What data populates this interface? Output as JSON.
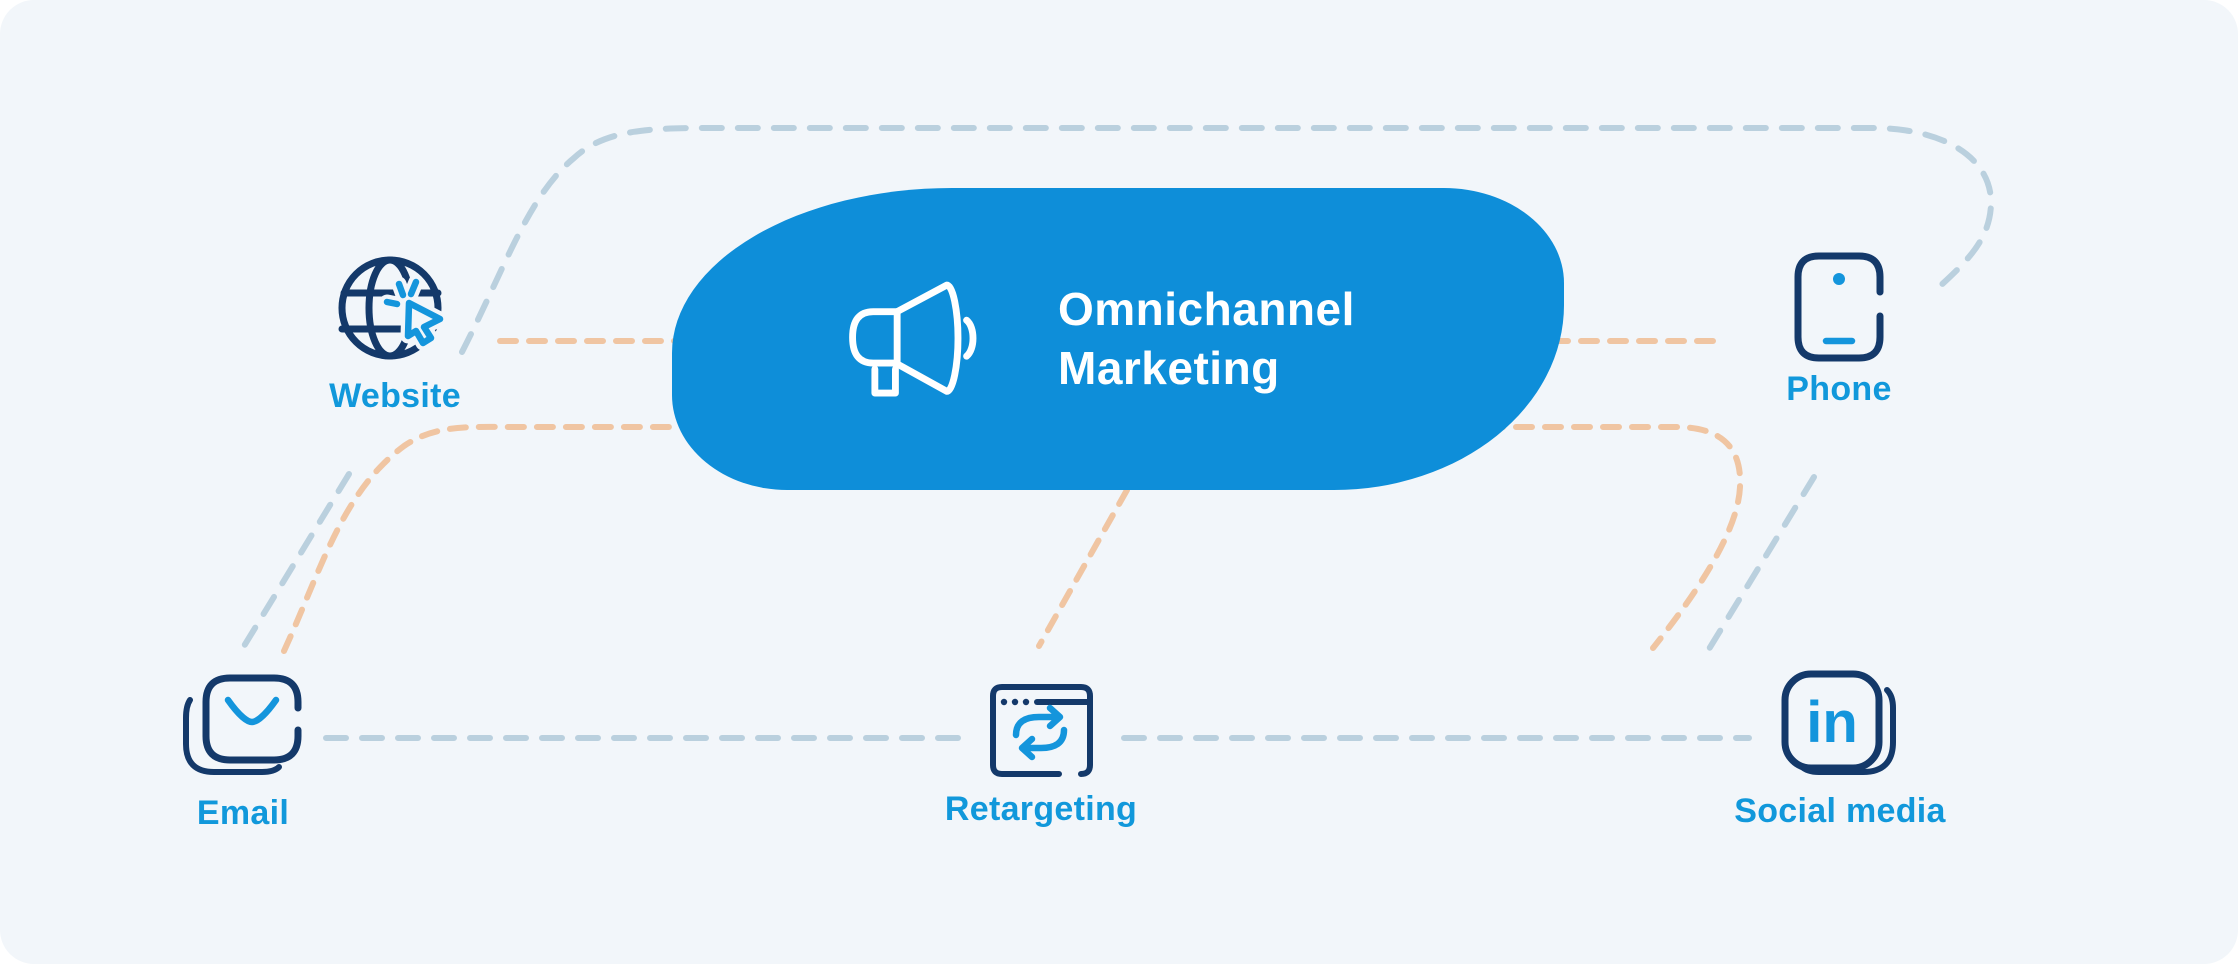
{
  "colors": {
    "page_bg": "#ffffff",
    "canvas_bg": "#f2f6fa",
    "blob_blue": "#0e8ed9",
    "title_white": "#ffffff",
    "label_blue": "#1198db",
    "icon_navy": "#14396a",
    "icon_accent": "#1495dc",
    "dash_blue": "#bad0de",
    "dash_orange": "#f0c5a2"
  },
  "center": {
    "icon": "megaphone-icon",
    "title_line1": "Omnichannel",
    "title_line2": "Marketing"
  },
  "nodes": {
    "website": {
      "label": "Website",
      "icon": "globe-cursor-icon"
    },
    "phone": {
      "label": "Phone",
      "icon": "smartphone-icon"
    },
    "email": {
      "label": "Email",
      "icon": "envelope-stack-icon"
    },
    "retargeting": {
      "label": "Retargeting",
      "icon": "browser-refresh-icon"
    },
    "social": {
      "label": "Social media",
      "icon": "linkedin-icon",
      "icon_text": "in"
    }
  },
  "connectors": {
    "style": "dashed",
    "blue_paths": [
      "website-top-arc-to-phone",
      "website-to-email-diagonal",
      "phone-to-social-diagonal",
      "email-to-retargeting-horizontal",
      "retargeting-to-social-horizontal"
    ],
    "orange_paths": [
      "website-to-blob-horizontal",
      "blob-to-phone-horizontal",
      "email-to-blob-curve",
      "blob-to-social-curve",
      "blob-to-retargeting-diagonal"
    ]
  }
}
